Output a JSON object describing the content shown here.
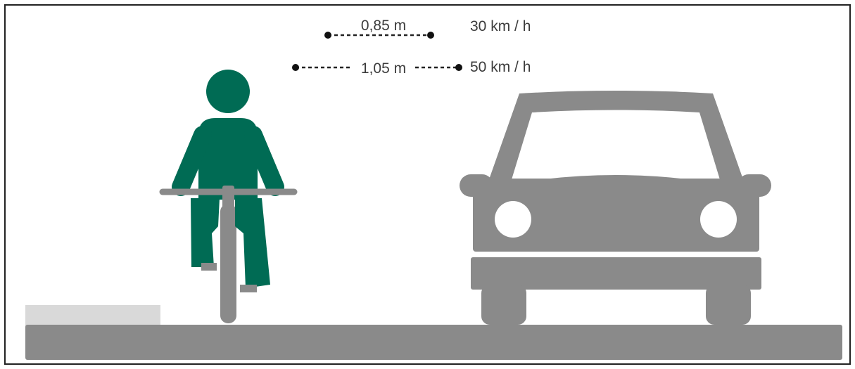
{
  "distances": {
    "speed_30": {
      "distance": "0,85 m",
      "speed": "30 km / h"
    },
    "speed_50": {
      "distance": "1,05 m",
      "speed": "50 km / h"
    }
  },
  "colors": {
    "cyclist": "#006b54",
    "vehicle": "#8a8a8a",
    "curb": "#d9d9d9",
    "road": "#8a8a8a",
    "text": "#3c3c3c"
  }
}
